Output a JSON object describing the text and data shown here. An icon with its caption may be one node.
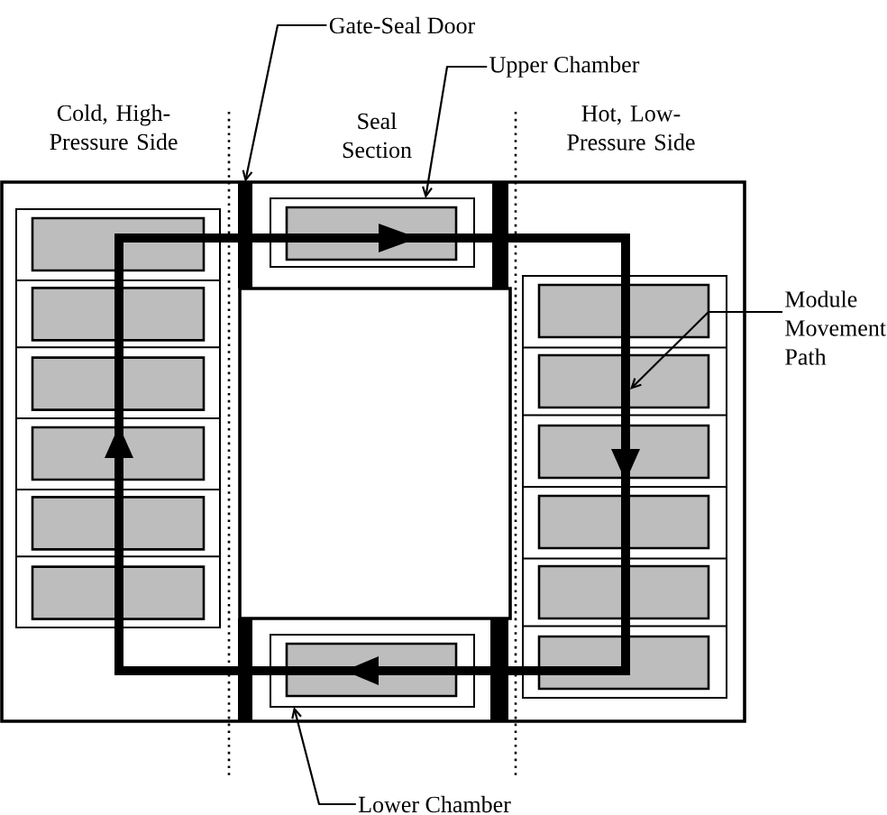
{
  "diagram": {
    "nodes": [
      {
        "text": [
          "Gate-Seal Door"
        ]
      },
      {
        "text": [
          "Upper Chamber"
        ]
      },
      {
        "text": [],
        "shape": "bar"
      },
      {
        "text": [],
        "shape": "bar"
      },
      {
        "text": [],
        "shape": "box"
      },
      {
        "text": [],
        "shape": "box",
        "in": 4
      },
      {
        "text": [],
        "shape": "box"
      },
      {
        "text": [],
        "shape": "box",
        "in": 6
      },
      {
        "text": [],
        "shape": "box",
        "in": 6
      },
      {
        "text": [],
        "shape": "box",
        "in": 6
      },
      {
        "text": [],
        "shape": "box",
        "in": 6
      },
      {
        "text": [],
        "shape": "box",
        "in": 6
      },
      {
        "text": [],
        "shape": "box",
        "in": 6
      },
      {
        "text": [],
        "shape": "loop"
      },
      {
        "text": [],
        "shape": "box"
      },
      {
        "text": [],
        "shape": "box",
        "in": 14
      },
      {
        "text": [],
        "shape": "box",
        "in": 14
      },
      {
        "text": [],
        "shape": "box",
        "in": 14
      },
      {
        "text": [],
        "shape": "box",
        "in": 14
      },
      {
        "text": [],
        "shape": "box",
        "in": 14
      },
      {
        "text": [],
        "shape": "box",
        "in": 14
      },
      {
        "text": [
          "Module Movement Path"
        ]
      },
      {
        "text": [],
        "shape": "bar"
      },
      {
        "text": [],
        "shape": "bar"
      },
      {
        "text": [],
        "shape": "box"
      },
      {
        "text": [],
        "shape": "box",
        "in": 24
      },
      {
        "text": [
          "Lower Chamber"
        ]
      }
    ],
    "edges": [
      {
        "from": 0,
        "to": 2,
        "arrow": "to"
      },
      {
        "from": 1,
        "to": 4,
        "arrow": "to"
      },
      {
        "from": 21,
        "to": 13,
        "arrow": "to"
      },
      {
        "from": 26,
        "to": 24,
        "arrow": "to"
      }
    ],
    "labels": [
      "Cold, High-Pressure Side",
      "Seal Section",
      "Hot, Low-Pressure Side"
    ]
  }
}
